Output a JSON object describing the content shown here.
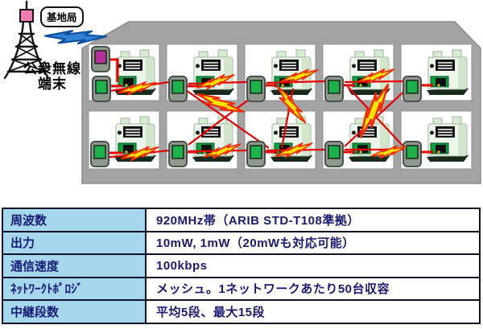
{
  "diagram": {
    "base_station_label": "基地局",
    "terminal_label_line1": "公衆無線",
    "terminal_label_line2": "端末",
    "icons": {
      "tower": "radio-tower-icon",
      "blue_bolt": "wireless-link-bolt-icon",
      "yellow_bolt": "mesh-link-bolt-icon",
      "meter": "gas-meter-icon",
      "device": "wireless-unit-icon"
    },
    "colors": {
      "building_gray": "#a3a3a3",
      "mesh_line_red": "#e60000",
      "bolt_yellow": "#ffe400",
      "bolt_outline_red": "#f32b00",
      "bolt_blue": "#2f80d6",
      "device_screen_green": "#1cb14a",
      "device_screen_purple": "#b5309b",
      "meter_body_green": "#edf6ea"
    }
  },
  "table": {
    "header_bg": "#a5d8ec",
    "text_color": "#1a1a74",
    "rows": [
      {
        "label": "周波数",
        "value": "920MHz帯（ARIB STD-T108準拠）"
      },
      {
        "label": "出力",
        "value": "10mW, 1mW（20mWも対応可能）"
      },
      {
        "label": "通信速度",
        "value": "100kbps"
      },
      {
        "label": "ﾈｯﾄﾜｰｸﾄﾎﾟﾛｼﾞ",
        "value": "メッシュ。1ネットワークあたり50台収容"
      },
      {
        "label": "中継段数",
        "value": "平均5段、最大15段"
      }
    ]
  }
}
